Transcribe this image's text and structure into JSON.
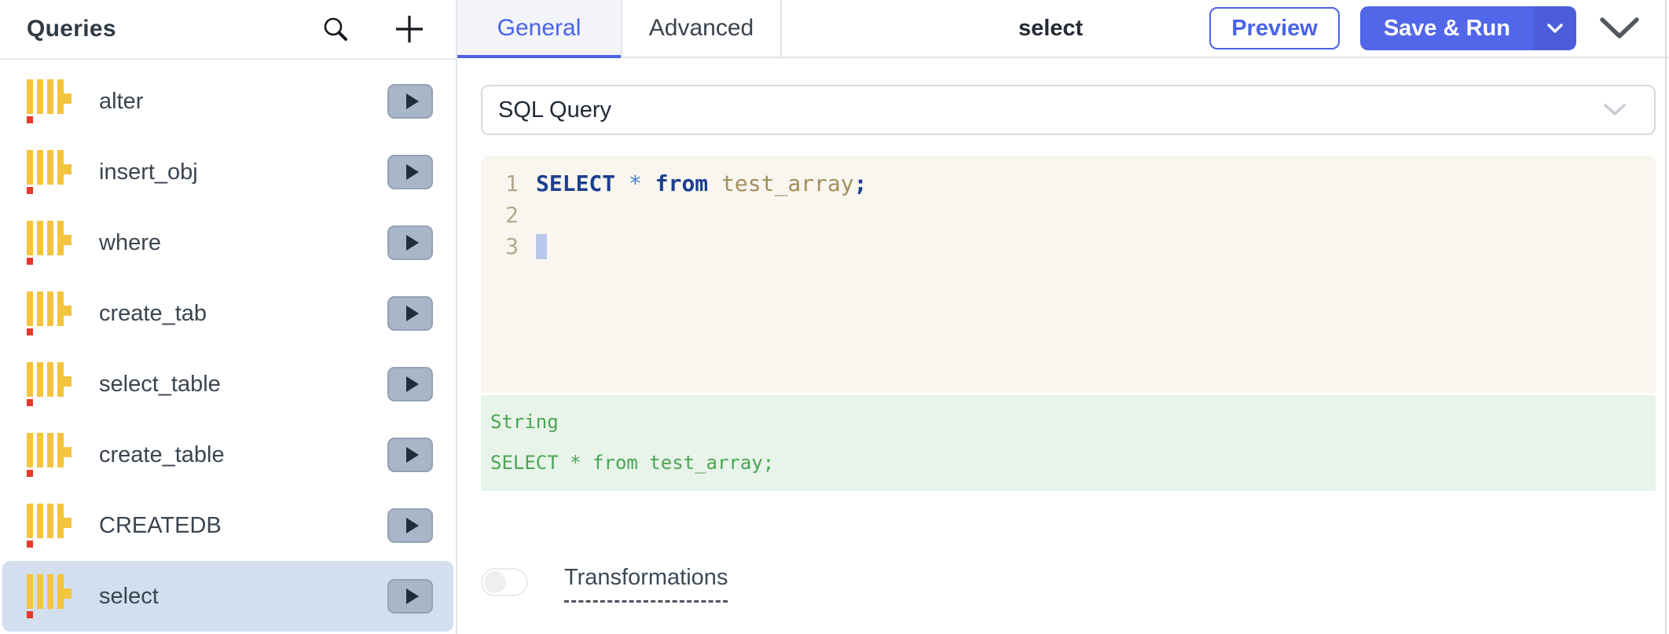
{
  "sidebar": {
    "title": "Queries",
    "items": [
      {
        "label": "alter",
        "selected": false
      },
      {
        "label": "insert_obj",
        "selected": false
      },
      {
        "label": "where",
        "selected": false
      },
      {
        "label": "create_tab",
        "selected": false
      },
      {
        "label": "select_table",
        "selected": false
      },
      {
        "label": "create_table",
        "selected": false
      },
      {
        "label": "CREATEDB",
        "selected": false
      },
      {
        "label": "select",
        "selected": true
      }
    ]
  },
  "header": {
    "tabs": [
      {
        "label": "General",
        "active": true
      },
      {
        "label": "Advanced",
        "active": false
      }
    ],
    "title": "select",
    "preview_label": "Preview",
    "save_run_label": "Save & Run"
  },
  "editor": {
    "mode_label": "SQL Query",
    "lines": [
      {
        "number": "1",
        "tokens": [
          {
            "t": "kw",
            "v": "SELECT "
          },
          {
            "t": "op",
            "v": "* "
          },
          {
            "t": "kw",
            "v": "from "
          },
          {
            "t": "ident",
            "v": "test_array"
          },
          {
            "t": "punct",
            "v": ";"
          }
        ],
        "cursor": false
      },
      {
        "number": "2",
        "tokens": [],
        "cursor": false
      },
      {
        "number": "3",
        "tokens": [],
        "cursor": true
      }
    ]
  },
  "result": {
    "type_label": "String",
    "query_text": "SELECT * from test_array;"
  },
  "transformations": {
    "label": "Transformations",
    "enabled": false
  },
  "icons": {
    "sidebar": [
      "search-icon",
      "plus-icon"
    ],
    "query_item": [
      "clickhouse-icon",
      "play-icon"
    ],
    "header": [
      "chevron-down-icon"
    ],
    "mode_select": [
      "chevron-down-icon"
    ]
  },
  "colors": {
    "accent_blue": "#4a63e8",
    "save_run_bg": "#5166e8",
    "save_run_caret_bg": "#4c5dd9",
    "selected_row_bg": "#d3dfee",
    "play_button_bg": "#a9b6c7",
    "logo_yellow": "#f4c33f",
    "logo_red": "#e6392b",
    "editor_bg": "#f8f6ef",
    "keyword": "#1c3f8e",
    "operator": "#4d7ed4",
    "identifier": "#a38f5d",
    "result_bg": "#e8f3e9",
    "result_text": "#4aa654"
  }
}
